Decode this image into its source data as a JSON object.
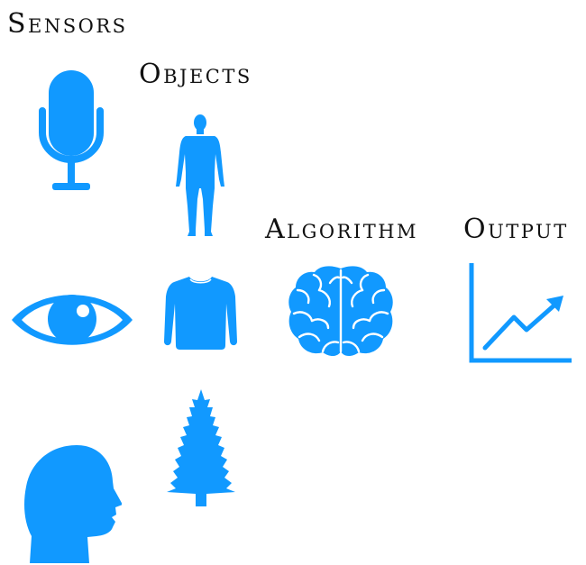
{
  "headings": {
    "sensors": "Sensors",
    "objects": "Objects",
    "algorithm": "Algorithm",
    "output": "Output"
  },
  "icons": {
    "sensors": [
      "microphone-icon",
      "eye-icon",
      "head-icon"
    ],
    "objects": [
      "person-icon",
      "sweater-icon",
      "tree-icon"
    ],
    "algorithm": [
      "brain-icon"
    ],
    "output": [
      "chart-icon"
    ]
  },
  "colors": {
    "icon": "#1199FF",
    "text": "#111111",
    "background": "#FFFFFF"
  }
}
